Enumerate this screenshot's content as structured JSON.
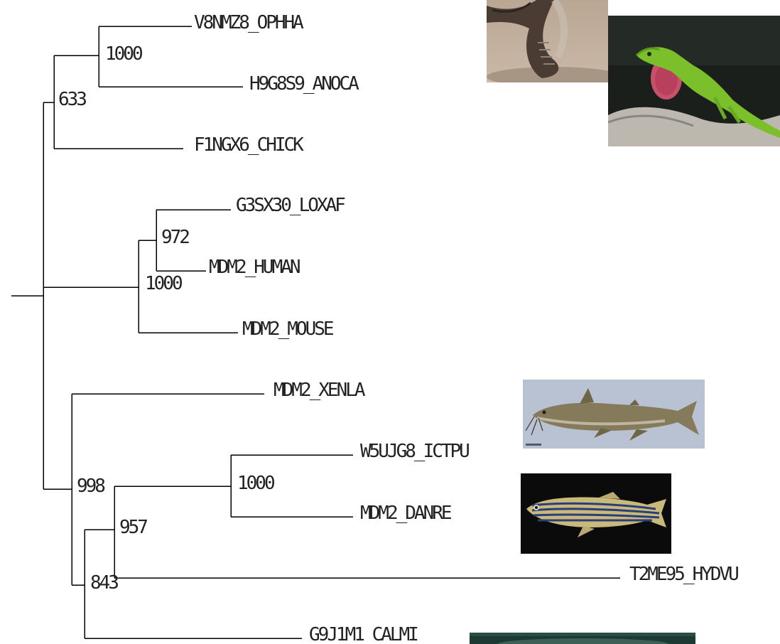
{
  "tree": {
    "leaves": [
      {
        "id": "ophha",
        "label": "V8NMZ8_OPHHA"
      },
      {
        "id": "anoca",
        "label": "H9G8S9_ANOCA"
      },
      {
        "id": "chick",
        "label": "F1NGX6_CHICK"
      },
      {
        "id": "loxaf",
        "label": "G3SX30_LOXAF"
      },
      {
        "id": "human",
        "label": "MDM2_HUMAN"
      },
      {
        "id": "mouse",
        "label": "MDM2_MOUSE"
      },
      {
        "id": "xenla",
        "label": "MDM2_XENLA"
      },
      {
        "id": "ictpu",
        "label": "W5UJG8_ICTPU"
      },
      {
        "id": "danre",
        "label": "MDM2_DANRE"
      },
      {
        "id": "hydvu",
        "label": "T2ME95_HYDVU"
      },
      {
        "id": "calmi",
        "label": "G9J1M1_CALMI"
      }
    ],
    "bootstrap": [
      {
        "id": "snake-lizard",
        "value": "1000"
      },
      {
        "id": "reptile-bird",
        "value": "633"
      },
      {
        "id": "loxaf-human",
        "value": "972"
      },
      {
        "id": "mammals",
        "value": "1000"
      },
      {
        "id": "fish-group",
        "value": "998"
      },
      {
        "id": "catfish-zebrafish",
        "value": "1000"
      },
      {
        "id": "hydra-fish",
        "value": "957"
      },
      {
        "id": "calmi-group",
        "value": "843"
      }
    ]
  },
  "photos": [
    {
      "id": "cobra",
      "subject": "snake-photo"
    },
    {
      "id": "anole",
      "subject": "anole-lizard-photo"
    },
    {
      "id": "catfish",
      "subject": "catfish-photo"
    },
    {
      "id": "zebrafish",
      "subject": "zebrafish-photo"
    },
    {
      "id": "shark",
      "subject": "shark-photo"
    }
  ],
  "colors": {
    "line": "#000000",
    "text": "#222222",
    "background": "#ffffff"
  }
}
